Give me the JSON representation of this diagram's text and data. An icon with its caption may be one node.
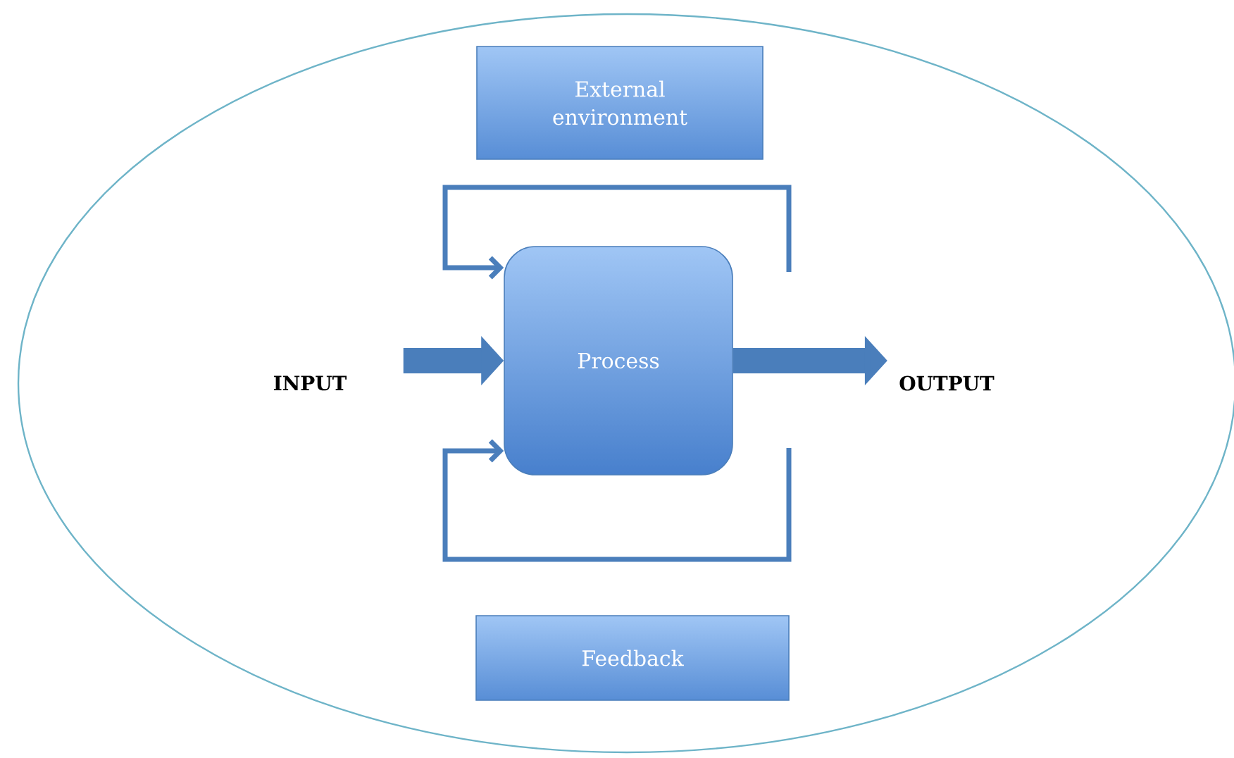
{
  "diagram": {
    "nodes": [
      {
        "text": [],
        "shape": "ellipse"
      },
      {
        "text": [
          "External environment"
        ],
        "in": 0
      },
      {
        "text": [
          "INPUT"
        ],
        "in": 0
      },
      {
        "text": [
          "Process"
        ],
        "in": 0
      },
      {
        "text": [
          "OUTPUT"
        ],
        "in": 0
      },
      {
        "text": [
          "Feedback"
        ],
        "in": 0
      }
    ],
    "edges": [
      {
        "from": 2,
        "to": 3,
        "arrow": "to",
        "style": "thick"
      },
      {
        "from": 3,
        "to": 4,
        "arrow": "to",
        "style": "thick"
      },
      {
        "from": null,
        "to": 3,
        "arrow": "to"
      },
      {
        "from": null,
        "to": 3,
        "arrow": "to"
      }
    ]
  }
}
